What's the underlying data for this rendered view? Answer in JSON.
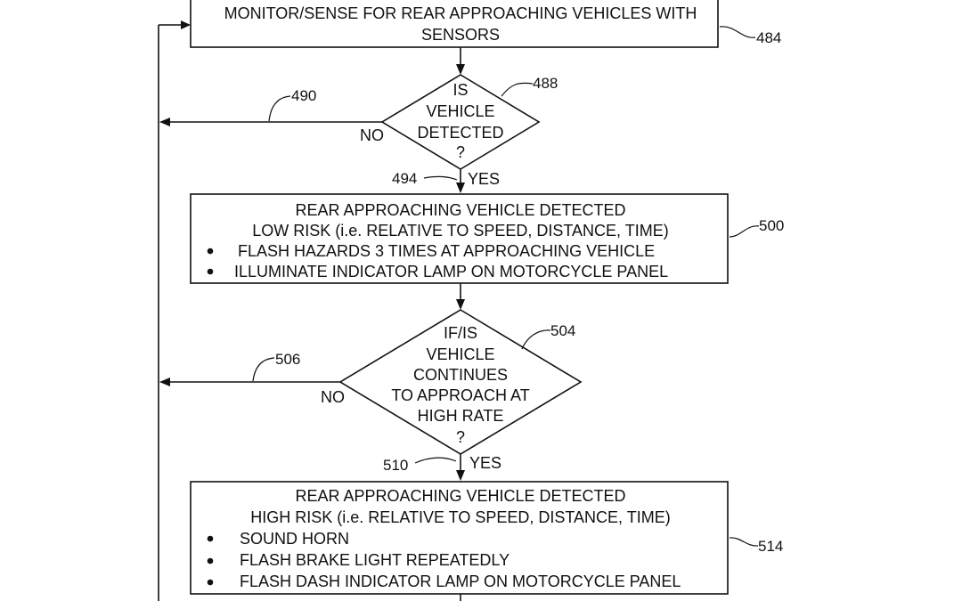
{
  "steps": {
    "monitor": {
      "lines": [
        "MONITOR/SENSE FOR REAR APPROACHING VEHICLES WITH",
        "SENSORS"
      ],
      "ref": "484"
    },
    "decision1": {
      "lines": [
        "IS",
        "VEHICLE",
        "DETECTED",
        "?"
      ],
      "ref": "488",
      "no_label": "NO",
      "no_ref": "490",
      "yes_label": "YES",
      "yes_ref": "494"
    },
    "low_risk": {
      "lines": [
        "REAR APPROACHING VEHICLE DETECTED",
        "LOW RISK (i.e. RELATIVE TO SPEED, DISTANCE, TIME)"
      ],
      "bullets": [
        "FLASH HAZARDS 3 TIMES AT APPROACHING VEHICLE",
        "ILLUMINATE INDICATOR LAMP ON MOTORCYCLE PANEL"
      ],
      "ref": "500"
    },
    "decision2": {
      "lines": [
        "IF/IS",
        "VEHICLE",
        "CONTINUES",
        "TO APPROACH AT",
        "HIGH RATE",
        "?"
      ],
      "ref": "504",
      "no_label": "NO",
      "no_ref": "506",
      "yes_label": "YES",
      "yes_ref": "510"
    },
    "high_risk": {
      "lines": [
        "REAR APPROACHING VEHICLE DETECTED",
        "HIGH RISK (i.e. RELATIVE TO SPEED, DISTANCE, TIME)"
      ],
      "bullets": [
        "SOUND HORN",
        "FLASH BRAKE LIGHT REPEATEDLY",
        "FLASH DASH INDICATOR LAMP ON MOTORCYCLE PANEL"
      ],
      "ref": "514"
    }
  }
}
